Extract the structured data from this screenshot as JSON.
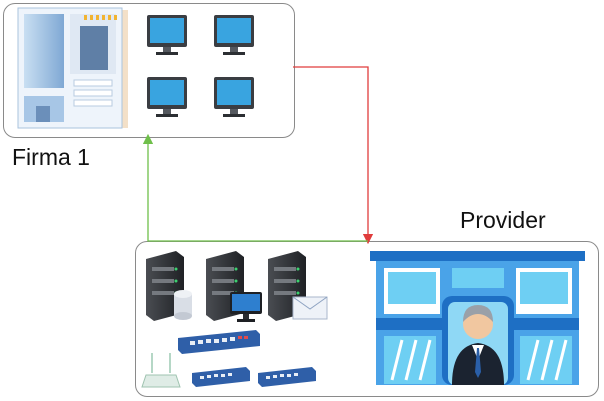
{
  "company": {
    "label": "Firma 1",
    "workstation_count": 4
  },
  "provider": {
    "label": "Provider"
  },
  "links": [
    {
      "name": "firma-to-provider",
      "color": "#e03c3c"
    },
    {
      "name": "provider-to-firma",
      "color": "#6fbf4a"
    }
  ],
  "icons": [
    "office-building-icon",
    "monitor-icon",
    "server-tower-icon",
    "database-icon",
    "monitor-icon",
    "mail-icon",
    "network-switch-icon",
    "wifi-router-icon",
    "provider-building-icon",
    "person-icon"
  ]
}
